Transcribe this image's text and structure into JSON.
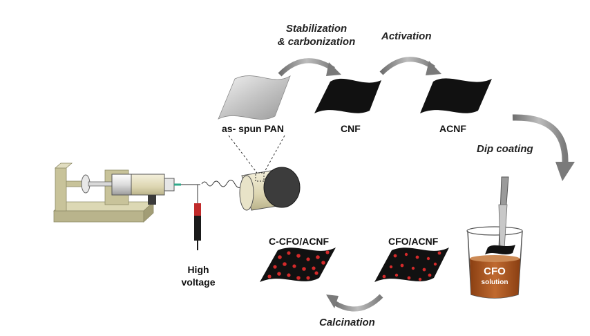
{
  "steps": {
    "stabilization_line1": "Stabilization",
    "stabilization_line2": "& carbonization",
    "activation": "Activation",
    "dip_coating": "Dip coating",
    "calcination": "Calcination"
  },
  "materials": {
    "as_spun": "as- spun PAN",
    "cnf": "CNF",
    "acnf": "ACNF",
    "cfo_acnf": "CFO/ACNF",
    "c_cfo_acnf": "C-CFO/ACNF"
  },
  "equipment": {
    "high_voltage_line1": "High",
    "high_voltage_line2": "voltage",
    "beaker_line1": "CFO",
    "beaker_line2": "solution"
  },
  "colors": {
    "arrow_gray": "#8a8a8a",
    "fiber_black": "#111111",
    "pan_gray": "#c8c8c8",
    "particle_red": "#d42a2a",
    "solution_brown": "#a0501e",
    "base_khaki": "#c8c39a"
  }
}
